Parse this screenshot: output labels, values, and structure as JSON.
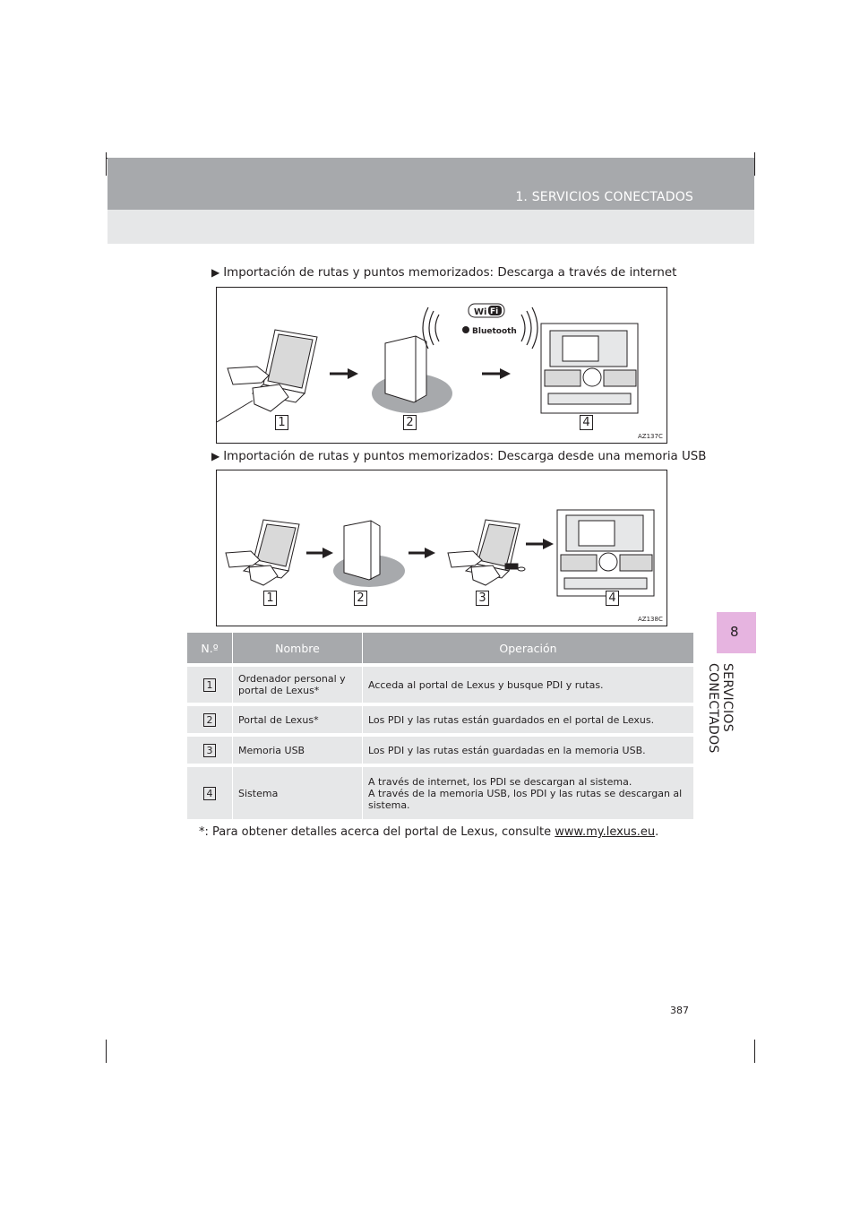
{
  "header": {
    "section_title": "1. SERVICIOS CONECTADOS"
  },
  "side_tab": {
    "chapter_number": "8",
    "chapter_title": "SERVICIOS CONECTADOS"
  },
  "figure1": {
    "caption_marker": "▶",
    "caption": "Importación de rutas y puntos memorizados: Descarga a través de internet",
    "code": "AZ137C",
    "labels": [
      "1",
      "2",
      "4"
    ],
    "wifi_logo": "Wi Fi",
    "bluetooth_logo": "Bluetooth"
  },
  "figure2": {
    "caption_marker": "▶",
    "caption": "Importación de rutas y puntos memorizados: Descarga desde una memoria USB",
    "code": "AZ138C",
    "labels": [
      "1",
      "2",
      "3",
      "4"
    ]
  },
  "table": {
    "headers": [
      "N.º",
      "Nombre",
      "Operación"
    ],
    "rows": [
      {
        "no": "1",
        "name": "Ordenador personal y portal de Lexus*",
        "operation": "Acceda al portal de Lexus y busque PDI y rutas."
      },
      {
        "no": "2",
        "name": "Portal de Lexus*",
        "operation": "Los PDI y las rutas están guardados en el portal de Lexus."
      },
      {
        "no": "3",
        "name": "Memoria USB",
        "operation": "Los PDI y las rutas están guardadas en la memoria USB."
      },
      {
        "no": "4",
        "name": "Sistema",
        "operation": "A través de internet, los PDI se descargan al sistema.\nA través de la memoria USB, los PDI y las rutas se descargan al sistema."
      }
    ]
  },
  "footnote": {
    "text": "*: Para obtener detalles acerca del portal de Lexus, consulte ",
    "link": "www.my.lexus.eu",
    "end": "."
  },
  "page_number": "387"
}
